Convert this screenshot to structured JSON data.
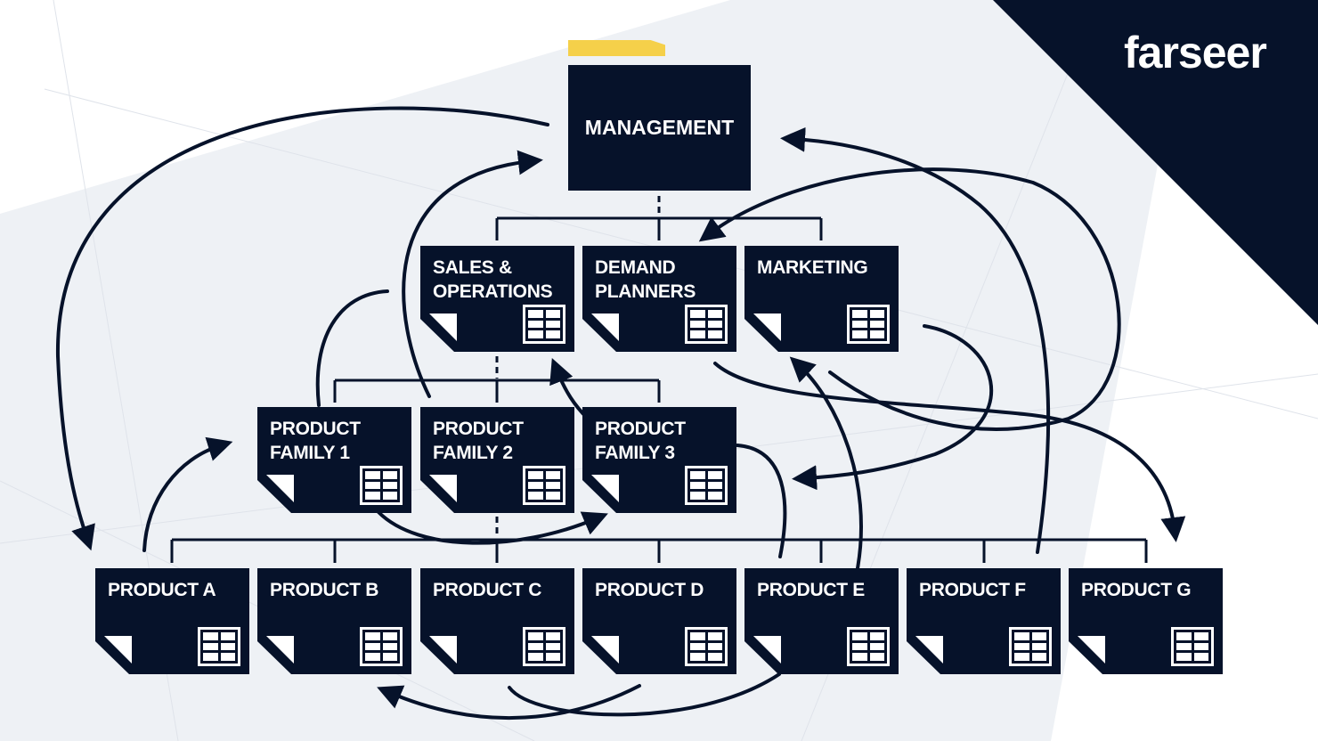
{
  "brand": {
    "logo_text": "farseer"
  },
  "colors": {
    "card": "#06122a",
    "accent": "#f5d04a",
    "background_shape": "#eef1f5"
  },
  "management": {
    "label": "MANAGEMENT"
  },
  "departments": [
    {
      "line1": "SALES &",
      "line2": "OPERATIONS"
    },
    {
      "line1": "DEMAND",
      "line2": "PLANNERS"
    },
    {
      "line1": "MARKETING",
      "line2": ""
    }
  ],
  "product_families": [
    {
      "line1": "PRODUCT",
      "line2": "FAMILY 1"
    },
    {
      "line1": "PRODUCT",
      "line2": "FAMILY 2"
    },
    {
      "line1": "PRODUCT",
      "line2": "FAMILY 3"
    }
  ],
  "products": [
    {
      "label": "PRODUCT A"
    },
    {
      "label": "PRODUCT B"
    },
    {
      "label": "PRODUCT C"
    },
    {
      "label": "PRODUCT D"
    },
    {
      "label": "PRODUCT E"
    },
    {
      "label": "PRODUCT F"
    },
    {
      "label": "PRODUCT G"
    }
  ],
  "icons": {
    "card_icon": "spreadsheet-grid-icon",
    "fold_icon": "page-fold-icon"
  }
}
